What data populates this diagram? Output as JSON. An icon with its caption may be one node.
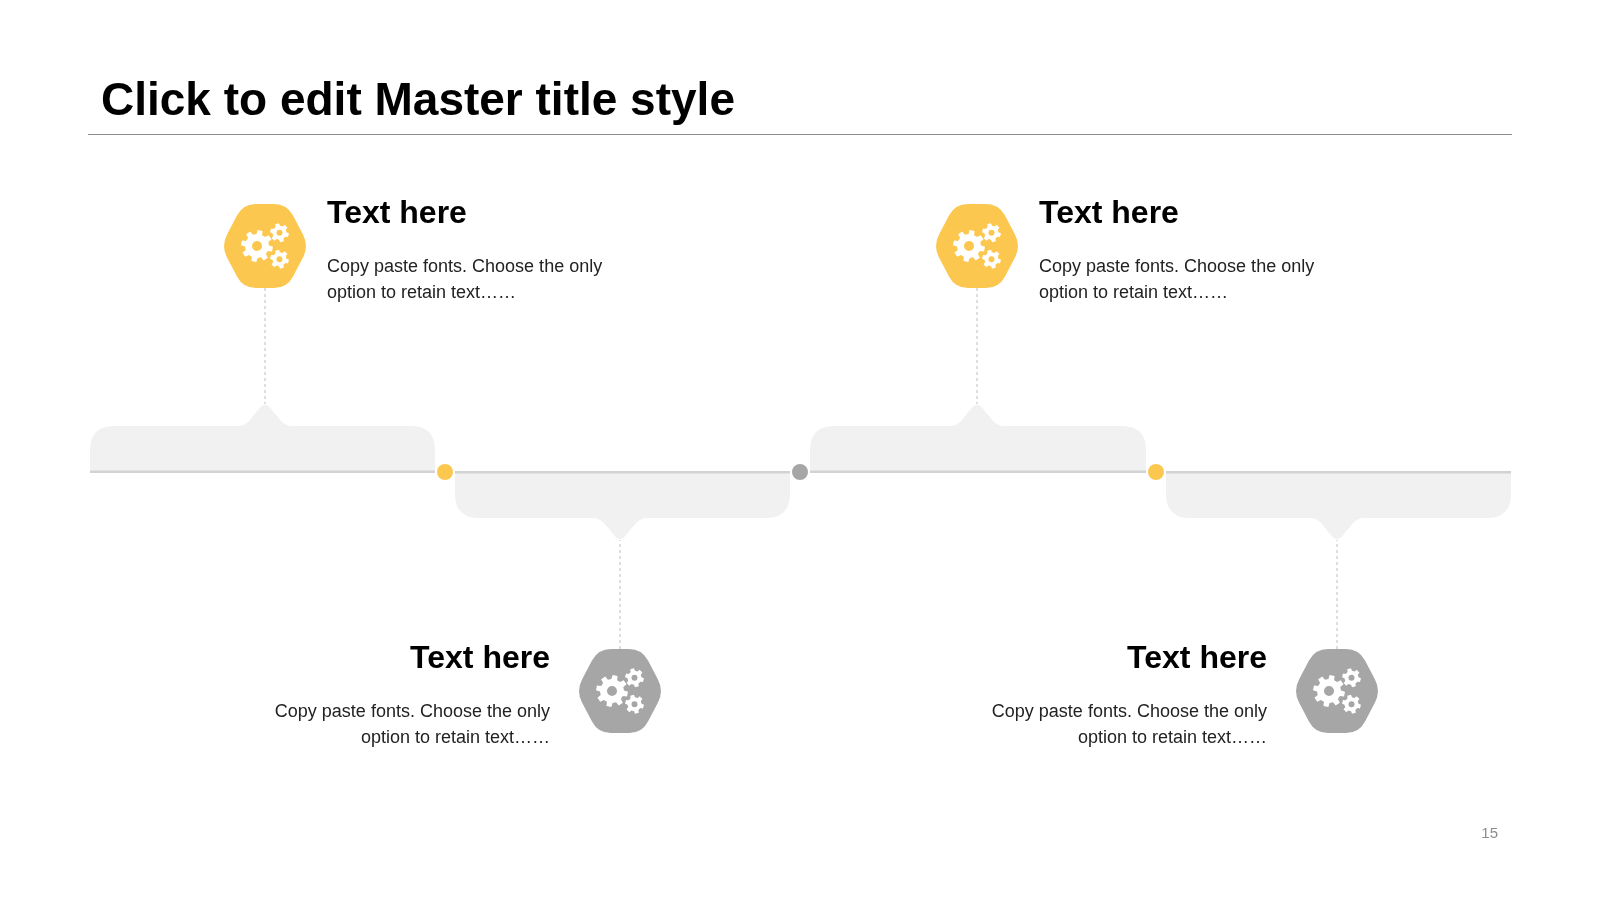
{
  "diagram": {
    "title": "Click to edit Master title style",
    "nodes": [
      {
        "text": [],
        "shape": "hexagon",
        "beside": [
          "Text here",
          "Copy paste fonts. Choose the only option to retain text……"
        ]
      },
      {
        "text": [],
        "shape": "hexagon",
        "beside": [
          "Text here",
          "Copy paste fonts. Choose the only option to retain text……"
        ]
      },
      {
        "text": [],
        "shape": "box"
      },
      {
        "text": [],
        "shape": "box"
      },
      {
        "text": [],
        "shape": "box"
      },
      {
        "text": [],
        "shape": "box"
      },
      {
        "text": [],
        "shape": "hexagon",
        "beside": [
          "Text here",
          "Copy paste fonts. Choose the only option to retain text……"
        ]
      },
      {
        "text": [],
        "shape": "hexagon",
        "beside": [
          "Text here",
          "Copy paste fonts. Choose the only option to retain text……"
        ]
      }
    ],
    "edges": [
      {
        "from": 0,
        "to": 2,
        "arrow": "none",
        "style": "dashed"
      },
      {
        "from": 6,
        "to": 3,
        "arrow": "none",
        "style": "dashed"
      },
      {
        "from": 1,
        "to": 4,
        "arrow": "none",
        "style": "dashed"
      },
      {
        "from": 7,
        "to": 5,
        "arrow": "none",
        "style": "dashed"
      }
    ],
    "labels": [
      "15"
    ]
  }
}
